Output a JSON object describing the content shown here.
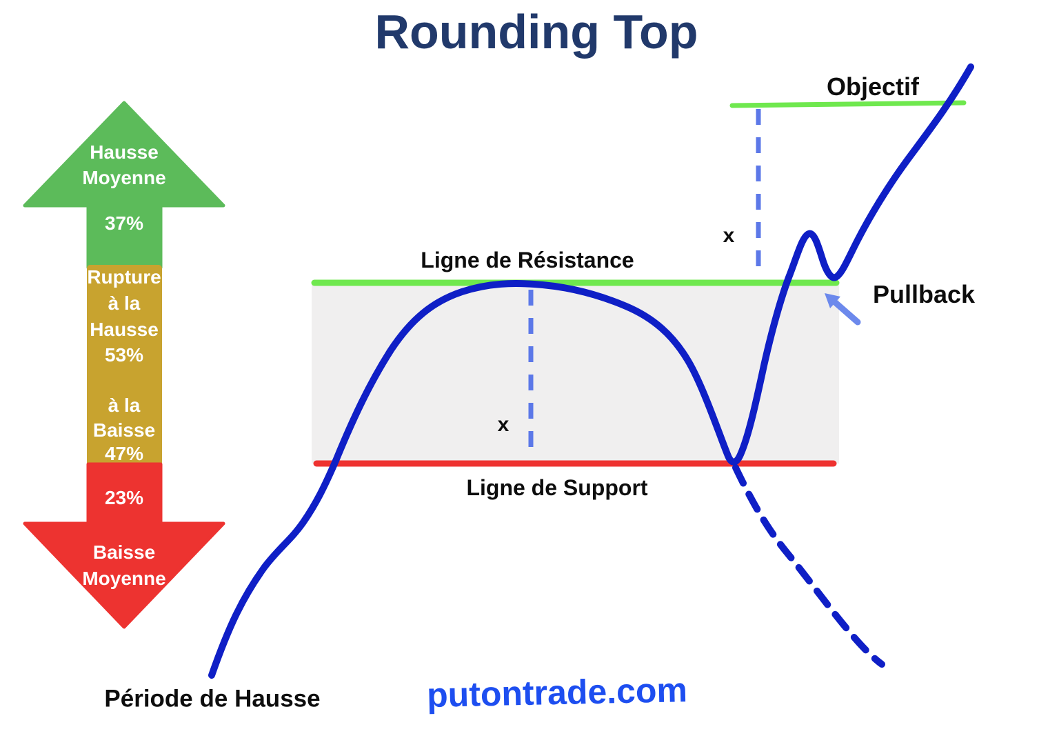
{
  "title": "Rounding Top",
  "gauge": {
    "up": {
      "line1": "Hausse",
      "line2": "Moyenne",
      "pct": "37%"
    },
    "mid": {
      "line1": "Rupture",
      "line2": "à la",
      "line3": "Hausse",
      "pct_up": "53%",
      "line4": "à la",
      "line5": "Baisse",
      "pct_down": "47%"
    },
    "down": {
      "pct": "23%",
      "line1": "Baisse",
      "line2": "Moyenne"
    }
  },
  "chart": {
    "resistance_label": "Ligne de Résistance",
    "support_label": "Ligne de Support",
    "objective_label": "Objectif",
    "pullback_label": "Pullback",
    "measure_x_lower": "x",
    "measure_x_upper": "x",
    "rise_period_label": "Période de Hausse"
  },
  "watermark": "putontrade.com",
  "colors": {
    "price_line_blue": "#0F1FC6",
    "guide_dash_blue": "#5C78E8",
    "level_green": "#6FE84E",
    "support_red": "#EE3230",
    "pattern_fill_gray": "#F0EFEF",
    "title_navy": "#21396B",
    "watermark_blue": "#1D4EF0",
    "gauge_green": "#5CBB5A",
    "gauge_gold": "#C8A32F",
    "gauge_red": "#ED3330",
    "pullback_arrow_blue": "#6C89EC"
  }
}
